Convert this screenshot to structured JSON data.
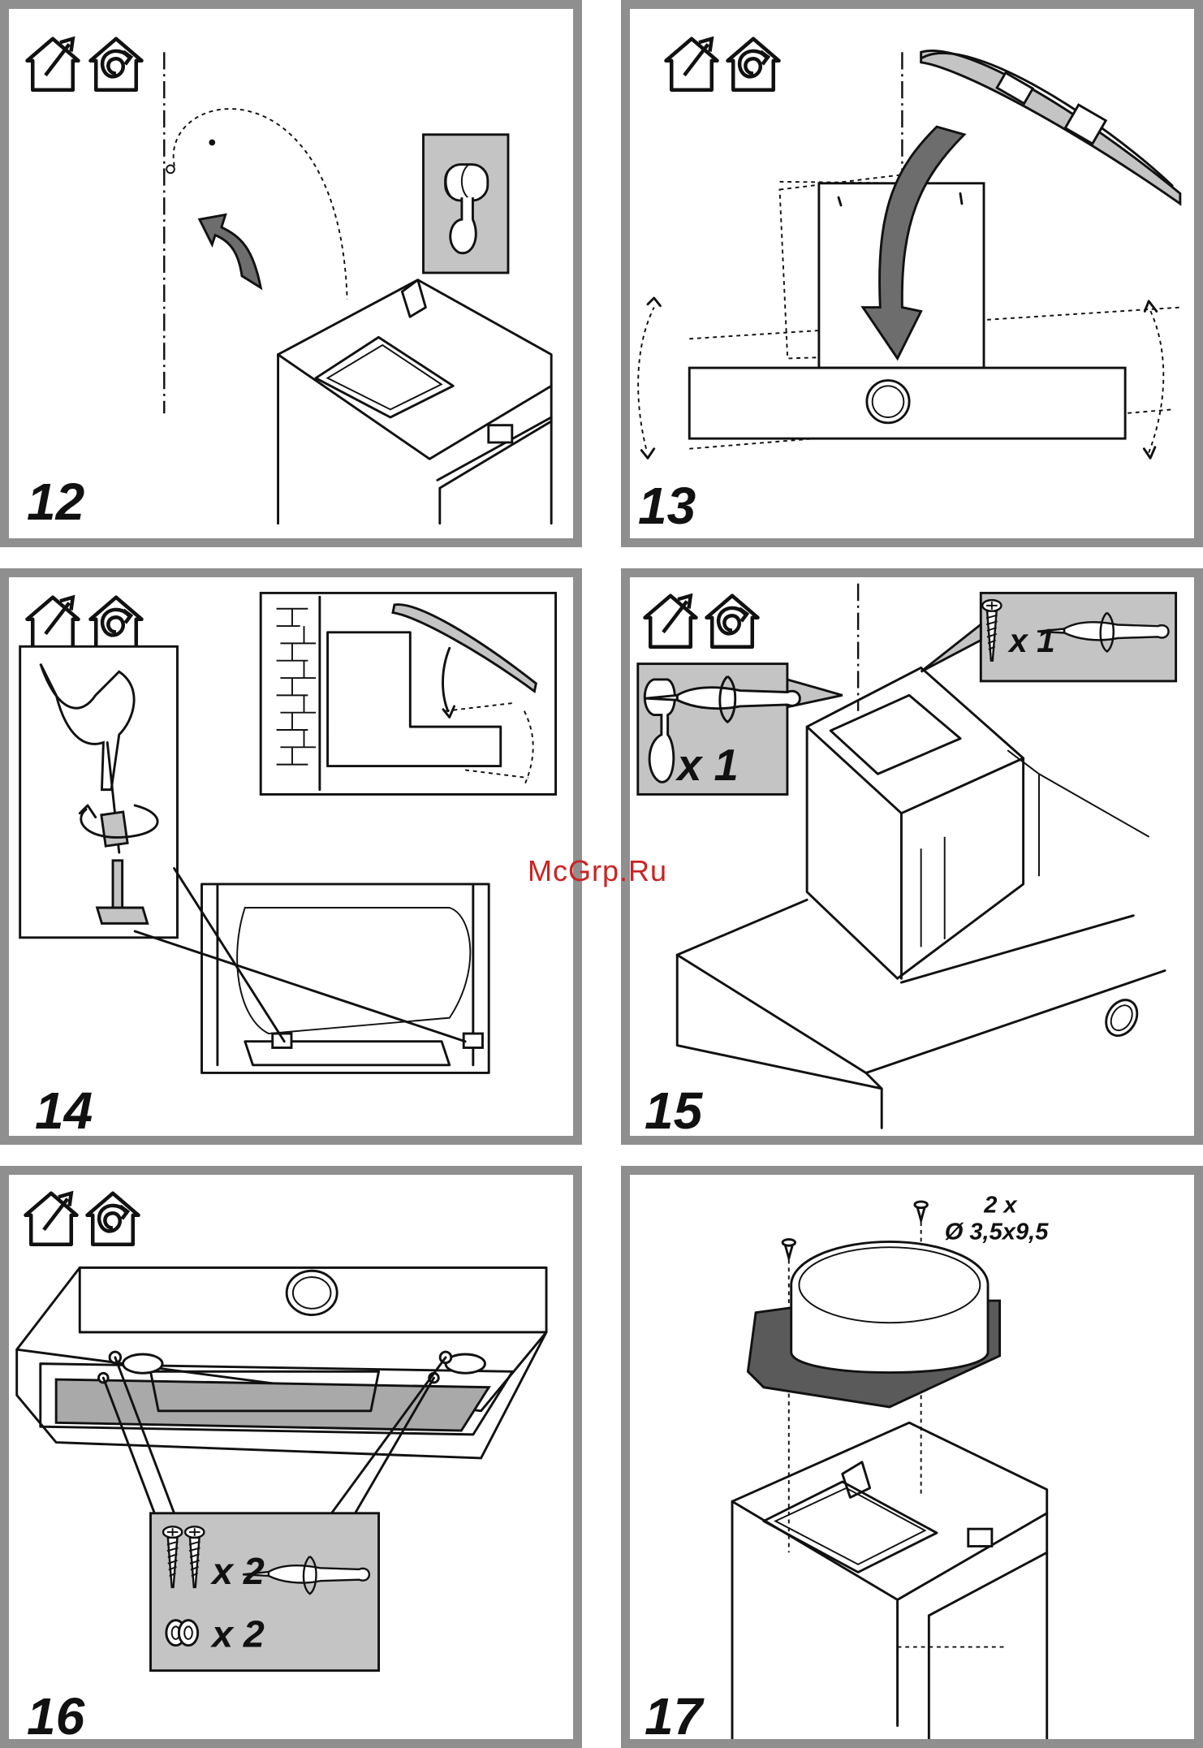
{
  "steps": [
    {
      "number": "12",
      "icons": [
        "chimney-vent-icon",
        "recirculation-icon"
      ]
    },
    {
      "number": "13",
      "icons": [
        "chimney-vent-icon",
        "recirculation-icon"
      ]
    },
    {
      "number": "14",
      "icons": [
        "chimney-vent-icon",
        "recirculation-icon"
      ]
    },
    {
      "number": "15",
      "icons": [
        "chimney-vent-icon",
        "recirculation-icon"
      ],
      "screw_qty": "x 1",
      "bracket_qty": "x 1"
    },
    {
      "number": "16",
      "icons": [
        "chimney-vent-icon",
        "recirculation-icon"
      ],
      "screw_qty": "x 2",
      "washer_qty": "x 2"
    },
    {
      "number": "17",
      "screw_count": "2 x",
      "screw_size": "Ø 3,5x9,5"
    }
  ],
  "watermark": "McGrp.Ru",
  "colors": {
    "frame": "#8f8f8f",
    "inset_background": "#c4c4c4",
    "watermark": "#cc2222"
  }
}
